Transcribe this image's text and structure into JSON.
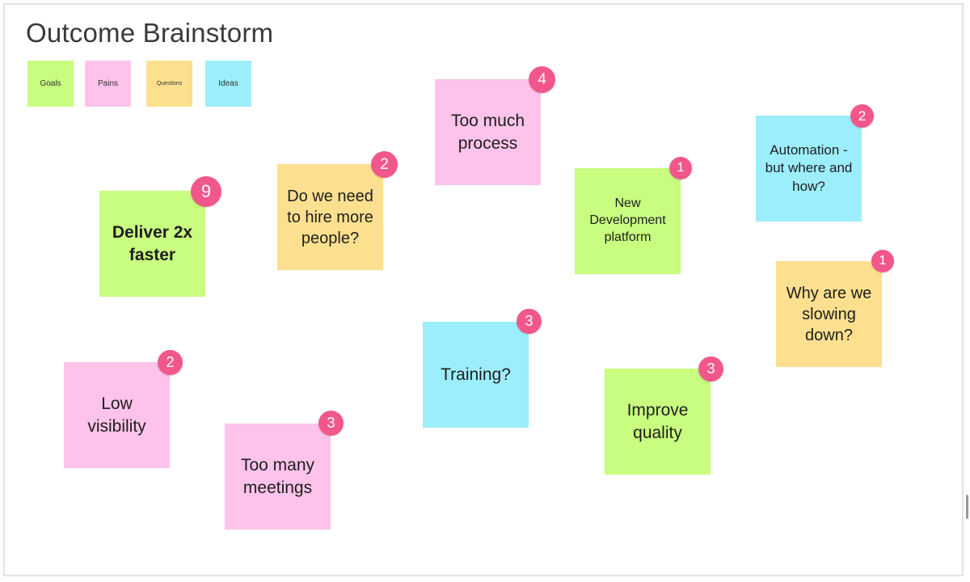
{
  "board": {
    "title": "Outcome Brainstorm"
  },
  "colors": {
    "goal": "#c8fd7f",
    "pain": "#fdc3ea",
    "question": "#fde08f",
    "idea": "#9ceefc",
    "badge": "#f2578c"
  },
  "legend": [
    {
      "label": "Goals",
      "kind": "goal"
    },
    {
      "label": "Pains",
      "kind": "pain"
    },
    {
      "label": "Questions",
      "kind": "question"
    },
    {
      "label": "Ideas",
      "kind": "idea"
    }
  ],
  "notes": [
    {
      "id": "deliver",
      "text": "Deliver 2x faster",
      "kind": "goal",
      "votes": "9"
    },
    {
      "id": "hire",
      "text": "Do we need to hire more people?",
      "kind": "question",
      "votes": "2"
    },
    {
      "id": "process",
      "text": "Too much process",
      "kind": "pain",
      "votes": "4"
    },
    {
      "id": "platform",
      "text": "New Development platform",
      "kind": "goal",
      "votes": "1"
    },
    {
      "id": "automation",
      "text": "Automation - but where and how?",
      "kind": "idea",
      "votes": "2"
    },
    {
      "id": "slowing",
      "text": "Why are we slowing down?",
      "kind": "question",
      "votes": "1"
    },
    {
      "id": "training",
      "text": "Training?",
      "kind": "idea",
      "votes": "3"
    },
    {
      "id": "quality",
      "text": "Improve quality",
      "kind": "goal",
      "votes": "3"
    },
    {
      "id": "visibility",
      "text": "Low visibility",
      "kind": "pain",
      "votes": "2"
    },
    {
      "id": "meetings",
      "text": "Too many meetings",
      "kind": "pain",
      "votes": "3"
    }
  ]
}
